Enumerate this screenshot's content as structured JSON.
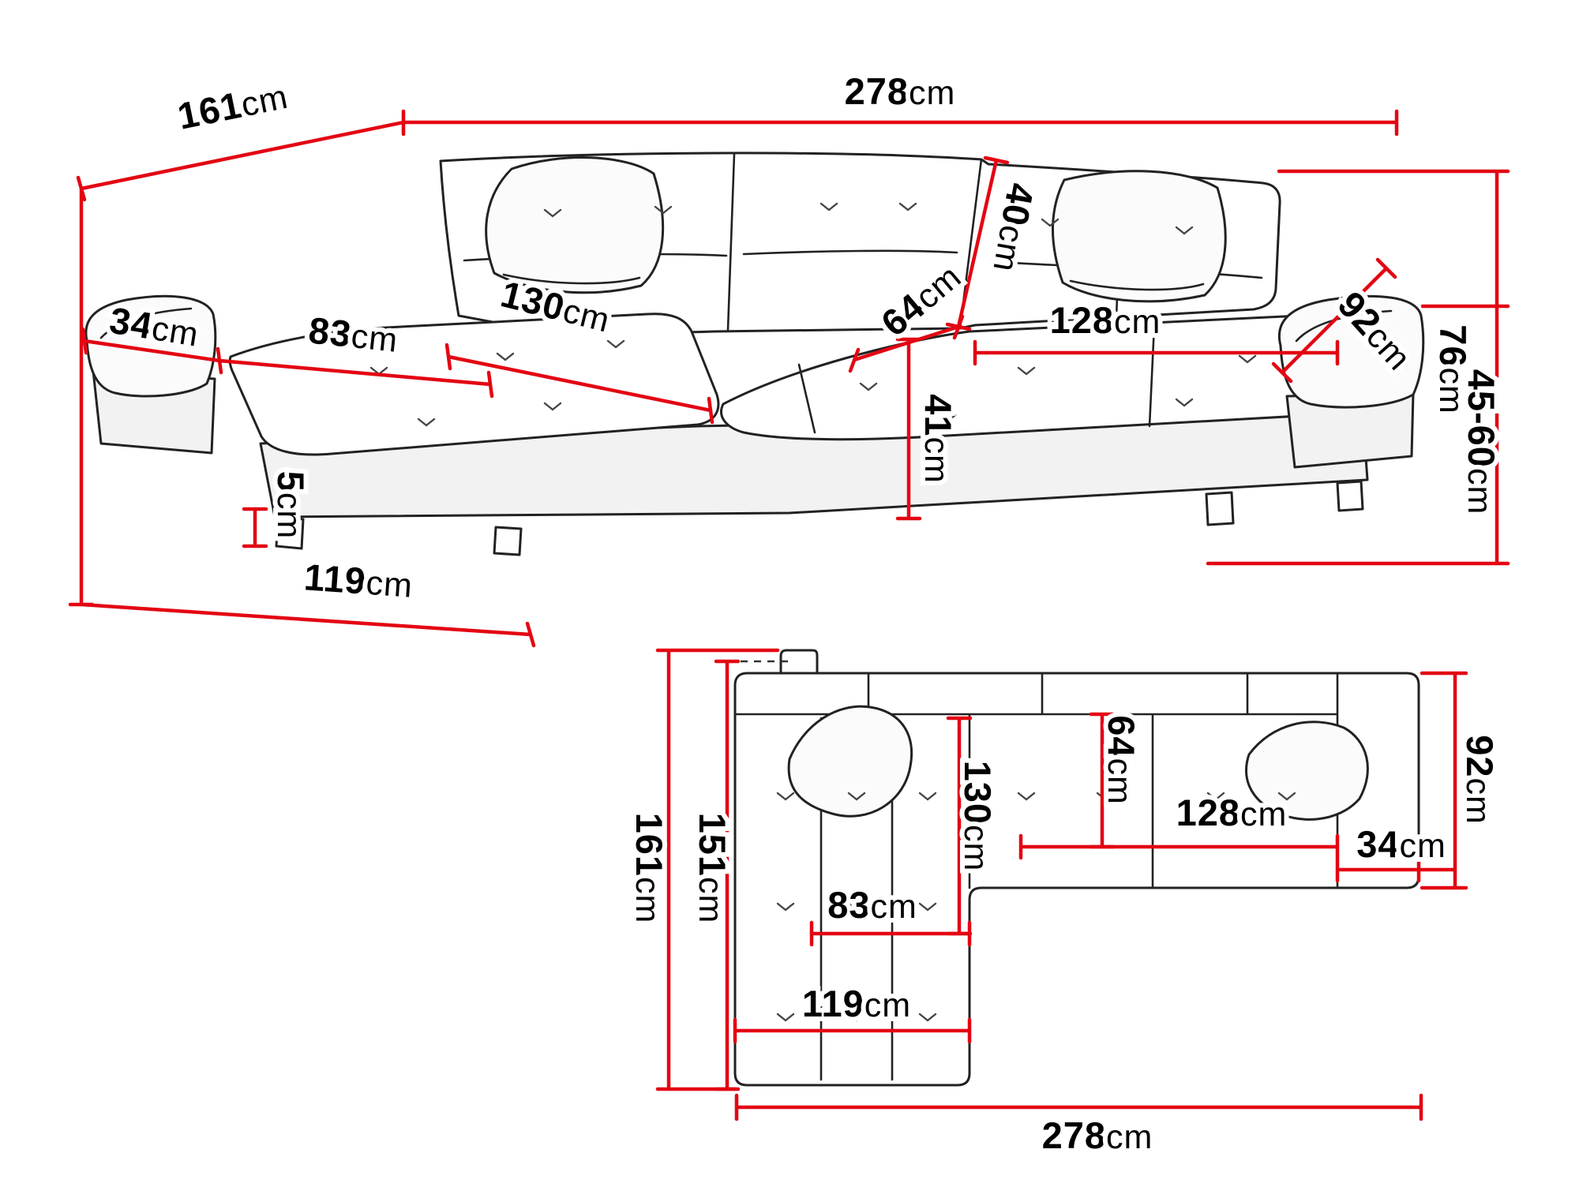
{
  "colors": {
    "accent": "#e30613",
    "line": "#222222",
    "background": "#ffffff"
  },
  "views": {
    "perspective": {
      "dims": {
        "total_width": {
          "v": "278",
          "u": "cm"
        },
        "total_depth": {
          "v": "161",
          "u": "cm"
        },
        "backrest_height": {
          "v": "40",
          "u": "cm"
        },
        "seat_depth": {
          "v": "64",
          "u": "cm"
        },
        "seat_width": {
          "v": "128",
          "u": "cm"
        },
        "chaise_width": {
          "v": "83",
          "u": "cm"
        },
        "chaise_length": {
          "v": "130",
          "u": "cm"
        },
        "armrest_width": {
          "v": "34",
          "u": "cm"
        },
        "armrest_depth": {
          "v": "92",
          "u": "cm"
        },
        "total_height": {
          "v": "76",
          "u": "cm"
        },
        "armrest_height": {
          "v": "45-60",
          "u": "cm"
        },
        "seat_height": {
          "v": "41",
          "u": "cm"
        },
        "leg_height": {
          "v": "5",
          "u": "cm"
        },
        "chaise_depth": {
          "v": "119",
          "u": "cm"
        }
      }
    },
    "plan": {
      "dims": {
        "total_depth": {
          "v": "161",
          "u": "cm"
        },
        "inner_depth": {
          "v": "151",
          "u": "cm"
        },
        "right_depth": {
          "v": "92",
          "u": "cm"
        },
        "seat_depth": {
          "v": "64",
          "u": "cm"
        },
        "chaise_length": {
          "v": "130",
          "u": "cm"
        },
        "seat_width": {
          "v": "128",
          "u": "cm"
        },
        "armrest_width": {
          "v": "34",
          "u": "cm"
        },
        "chaise_width": {
          "v": "83",
          "u": "cm"
        },
        "chaise_depth": {
          "v": "119",
          "u": "cm"
        },
        "total_width": {
          "v": "278",
          "u": "cm"
        }
      }
    }
  }
}
